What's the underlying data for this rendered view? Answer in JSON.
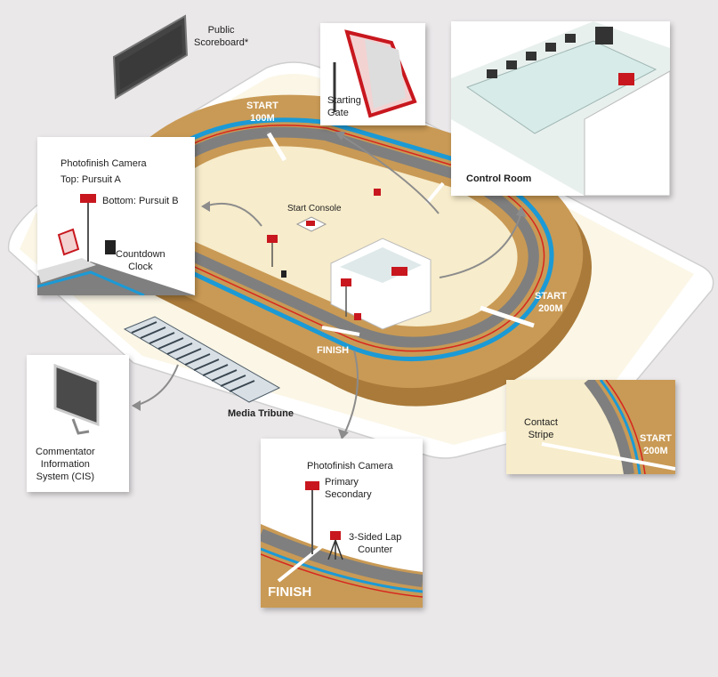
{
  "labels": {
    "public_scoreboard": "Public\nScoreboard*",
    "starting_gate": "Starting\nGate",
    "control_room": "Control Room",
    "start_100m": "START\n100M",
    "start_console": "Start Console",
    "start_200m": "START\n200M",
    "finish": "FINISH",
    "media_tribune": "Media Tribune",
    "contact_stripe": "Contact\nStripe",
    "contact_start_200m": "START\n200M",
    "cis": "Commentator\nInformation\nSystem (CIS)",
    "photofinish_pursuit": {
      "title": "Photofinish Camera",
      "top": "Top: Pursuit A",
      "bottom": "Bottom: Pursuit B",
      "countdown": "Countdown\nClock"
    },
    "photofinish_finish": {
      "title": "Photofinish Camera",
      "primary": "Primary\nSecondary",
      "lap_counter": "3-Sided Lap\nCounter",
      "finish": "FINISH"
    }
  },
  "colors": {
    "background": "#ebe8ea",
    "platform": "#fbf6e6",
    "infield": "#f7eccb",
    "track_wood": "#c99a55",
    "track_wood_side": "#a97a3a",
    "apron": "#7f7f7f",
    "blue_line": "#1b9ad6",
    "red_line": "#d7261e",
    "camera_red": "#c8171e",
    "arrow": "#8c8c8c"
  },
  "icons": [
    "scoreboard-icon",
    "starting-gate-icon",
    "camera-icon",
    "countdown-clock-icon",
    "monitor-icon",
    "lap-counter-icon",
    "start-console-icon",
    "tribune-icon"
  ]
}
